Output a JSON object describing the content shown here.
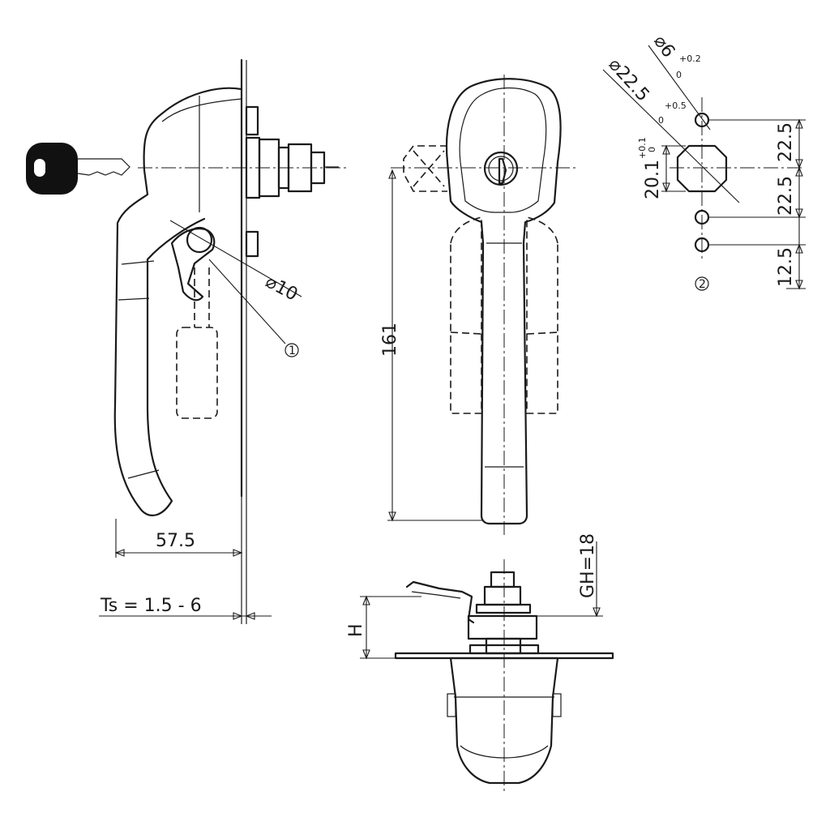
{
  "side_view": {
    "dim_width": "57.5",
    "dim_thickness": "Ts = 1.5 - 6",
    "dim_hole": "⌀10",
    "callout": "1"
  },
  "front_view": {
    "dim_height": "161"
  },
  "cutout": {
    "dim_small_hole": "⌀6",
    "dim_small_hole_tol_upper": "+0.2",
    "dim_small_hole_tol_lower": "0",
    "dim_large_hole": "⌀22.5",
    "dim_large_hole_tol_upper": "+0.5",
    "dim_large_hole_tol_lower": "0",
    "dim_flat": "20.1",
    "dim_flat_tol_upper": "+0.1",
    "dim_flat_tol_lower": "0",
    "dim_top": "22.5",
    "dim_mid": "22.5",
    "dim_bottom": "12.5",
    "callout": "2"
  },
  "bottom_view": {
    "dim_grip_height": "GH=18",
    "dim_h": "H"
  }
}
